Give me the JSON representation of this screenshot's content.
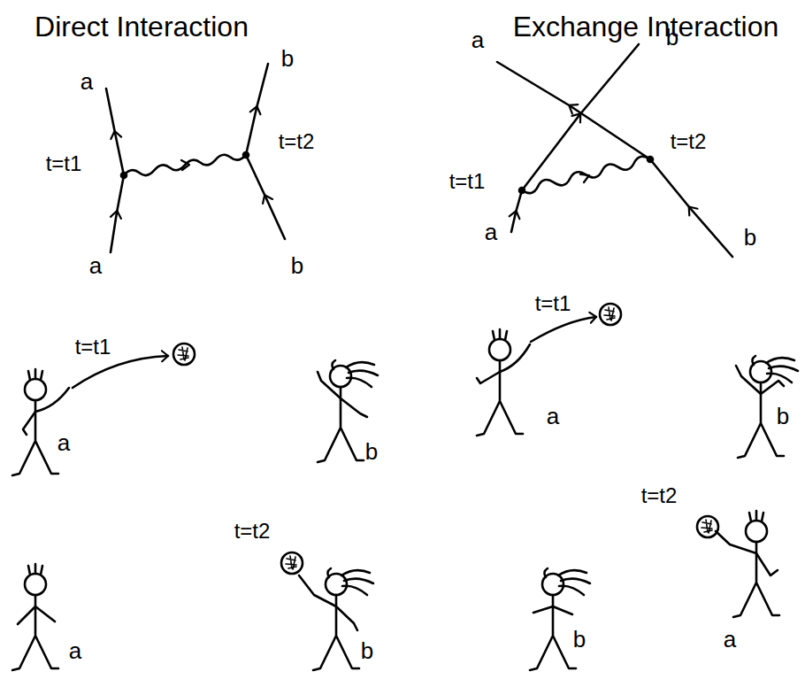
{
  "diagram": {
    "labels": [
      "Direct Interaction",
      "Exchange Interaction",
      "a",
      "b",
      "t=t1",
      "t=t2",
      "a",
      "b",
      "a",
      "b",
      "t=t2",
      "t=t1",
      "a",
      "b",
      "t=t1",
      "a",
      "b",
      "t=t2",
      "a",
      "b",
      "t=t1",
      "a",
      "b",
      "b",
      "t=t2",
      "a"
    ]
  }
}
